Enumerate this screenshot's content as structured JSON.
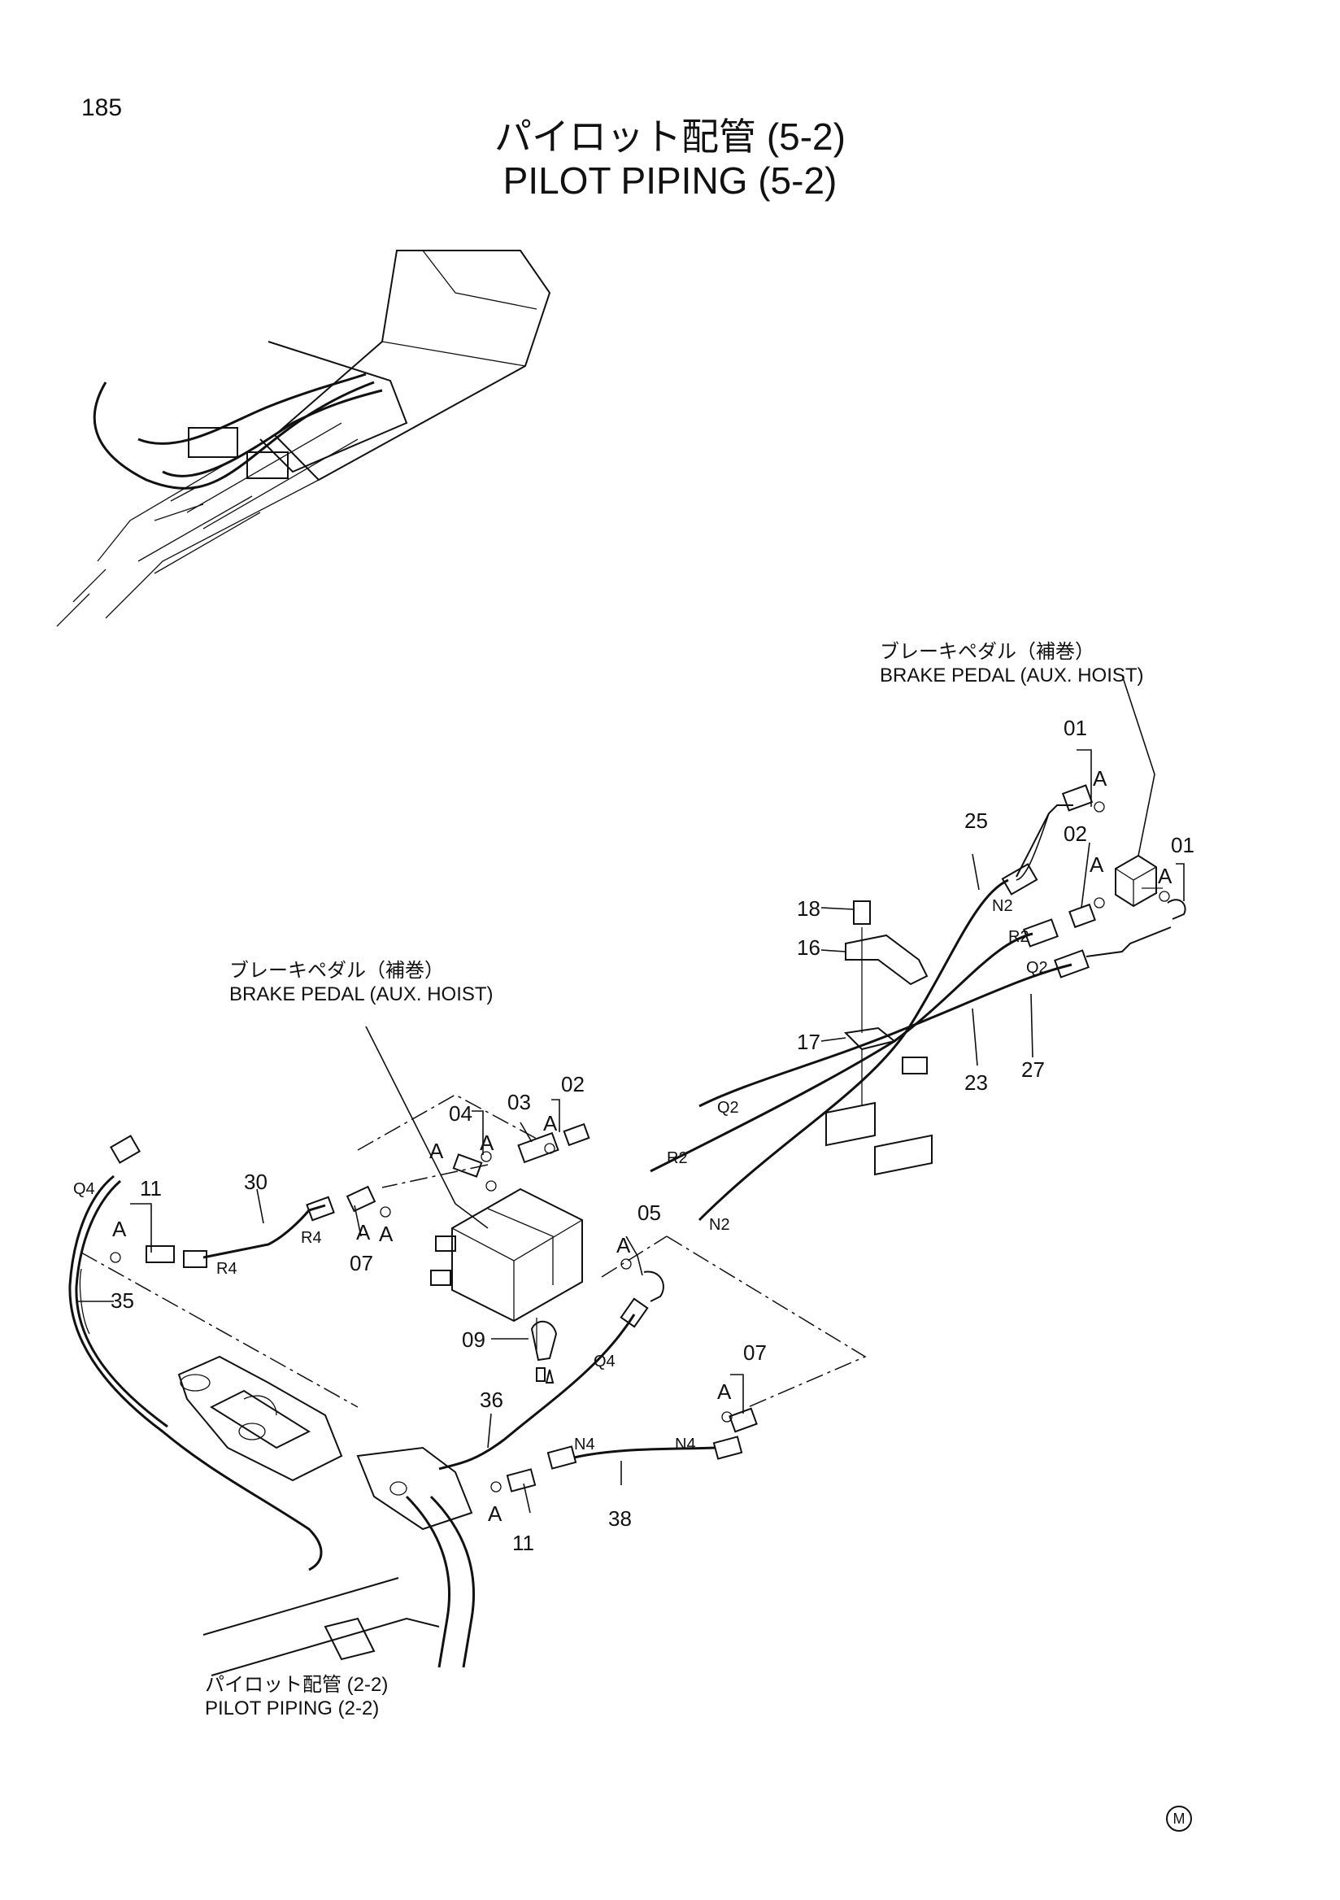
{
  "page_number": "185",
  "title": {
    "jp": "パイロット配管 (5-2)",
    "en": "PILOT PIPING (5-2)"
  },
  "callouts": {
    "brake_pedal_top": {
      "jp": "ブレーキペダル（補巻）",
      "en": "BRAKE PEDAL (AUX. HOIST)"
    },
    "brake_pedal_left": {
      "jp": "ブレーキペダル（補巻）",
      "en": "BRAKE PEDAL (AUX. HOIST)"
    },
    "pilot_piping_ref": {
      "jp": "パイロット配管 (2-2)",
      "en": "PILOT PIPING (2-2)"
    }
  },
  "part_numbers": {
    "p01_top": "01",
    "p01_right": "01",
    "p02_top": "02",
    "p02_left": "02",
    "p03": "03",
    "p04": "04",
    "p05": "05",
    "p07_left": "07",
    "p07_right": "07",
    "p09": "09",
    "p11_left": "11",
    "p11_bottom": "11",
    "p16": "16",
    "p17": "17",
    "p18": "18",
    "p23": "23",
    "p25": "25",
    "p27": "27",
    "p30": "30",
    "p35": "35",
    "p36": "36",
    "p38": "38"
  },
  "port_labels": {
    "n2_top": "N2",
    "r2_top": "R2",
    "q2_top": "Q2",
    "q2_mid": "Q2",
    "r2_mid": "R2",
    "n2_mid": "N2",
    "r4_a": "R4",
    "r4_b": "R4",
    "q4_left": "Q4",
    "q4_mid": "Q4",
    "n4_a": "N4",
    "n4_b": "N4"
  },
  "detail_labels": {
    "a1": "A",
    "a2": "A",
    "a3": "A",
    "a4": "A",
    "a5": "A",
    "a6": "A",
    "a7": "A",
    "a8": "A",
    "a9": "A",
    "a10": "A",
    "a11": "A",
    "a12": "A"
  },
  "corner_mark": "M"
}
